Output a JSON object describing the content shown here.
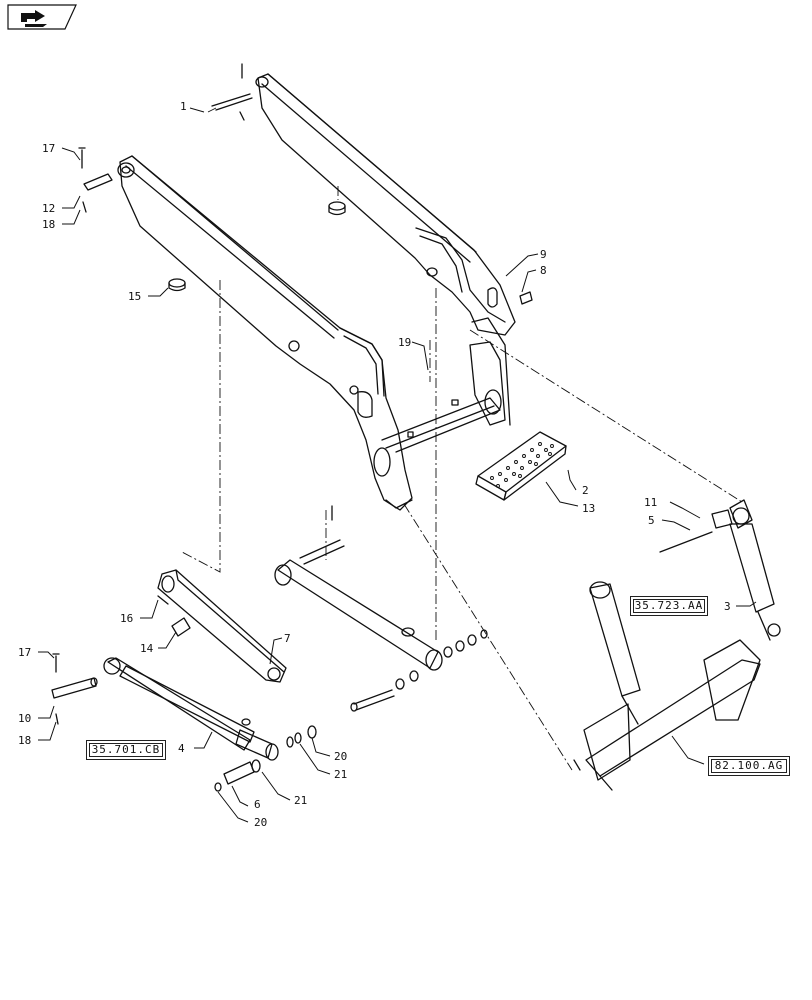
{
  "nav": {
    "icon": "back-arrow-icon"
  },
  "references": [
    {
      "id": "ref-35-723-aa",
      "label": "35.723.AA"
    },
    {
      "id": "ref-35-701-cb",
      "label": "35.701.CB"
    },
    {
      "id": "ref-82-100-ag",
      "label": "82.100.AG"
    }
  ],
  "callouts": [
    "1",
    "17",
    "12",
    "18",
    "15",
    "9",
    "8",
    "19",
    "2",
    "13",
    "11",
    "5",
    "3",
    "16",
    "14",
    "7",
    "17",
    "10",
    "18",
    "4",
    "20",
    "21",
    "21",
    "6",
    "20"
  ]
}
